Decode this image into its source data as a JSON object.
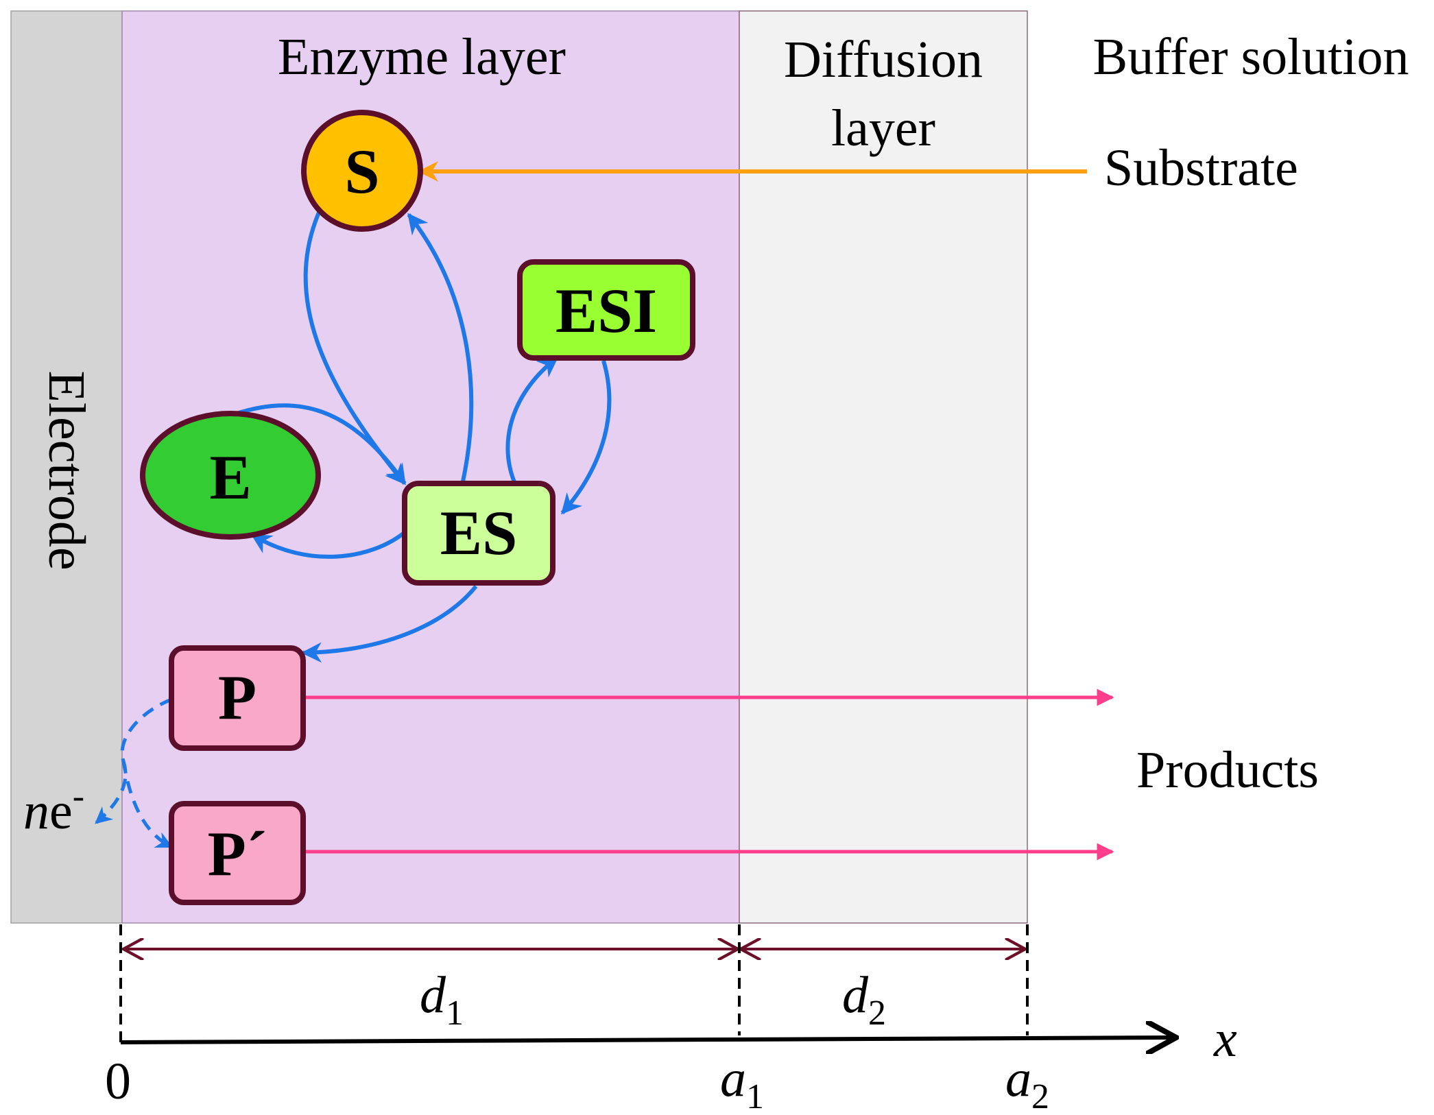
{
  "regions": {
    "electrode": "Electrode",
    "enzyme_layer": "Enzyme layer",
    "diffusion_layer_line1": "Diffusion",
    "diffusion_layer_line2": "layer",
    "buffer_solution": "Buffer solution"
  },
  "species": {
    "substrate_label": "Substrate",
    "products_label": "Products",
    "S": "S",
    "E": "E",
    "ES": "ES",
    "ESI": "ESI",
    "P": "P",
    "P_prime": "P´"
  },
  "electron": {
    "n": "n",
    "e": "e",
    "sup": "-"
  },
  "dimensions": {
    "d1_var": "d",
    "d1_sub": "1",
    "d2_var": "d",
    "d2_sub": "2"
  },
  "axis": {
    "label": "x",
    "tick_0": "0",
    "tick_a1_var": "a",
    "tick_a1_sub": "1",
    "tick_a2_var": "a",
    "tick_a2_sub": "2"
  },
  "colors": {
    "electrode_fill": "#d4d4d4",
    "enzyme_layer_fill": "#e6cff0",
    "diffusion_layer_fill": "#f2f2f2",
    "node_border": "#5c0f2b",
    "S_fill": "#ffc000",
    "E_fill": "#33cc33",
    "ES_fill": "#ccff99",
    "ESI_fill": "#99ff33",
    "P_fill": "#f9a8c8",
    "reaction_arrow": "#1f78e8",
    "substrate_arrow": "#ffa010",
    "product_arrow": "#ff3d8b",
    "dimension_arrow": "#6b0f2a"
  }
}
